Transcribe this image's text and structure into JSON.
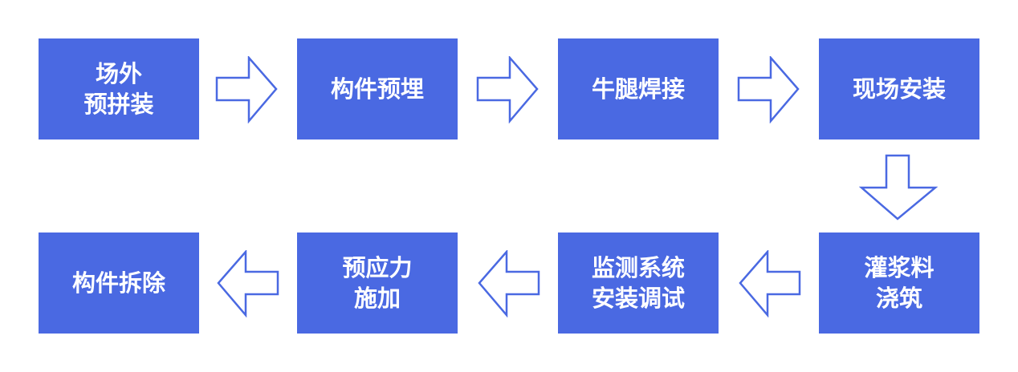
{
  "colors": {
    "box": "#4a69e2",
    "arrow_stroke": "#4a69e2"
  },
  "steps": [
    {
      "label": "场外\n预拼装"
    },
    {
      "label": "构件预埋"
    },
    {
      "label": "牛腿焊接"
    },
    {
      "label": "现场安装"
    },
    {
      "label": "灌浆料\n浇筑"
    },
    {
      "label": "监测系统\n安装调试"
    },
    {
      "label": "预应力\n施加"
    },
    {
      "label": "构件拆除"
    }
  ]
}
